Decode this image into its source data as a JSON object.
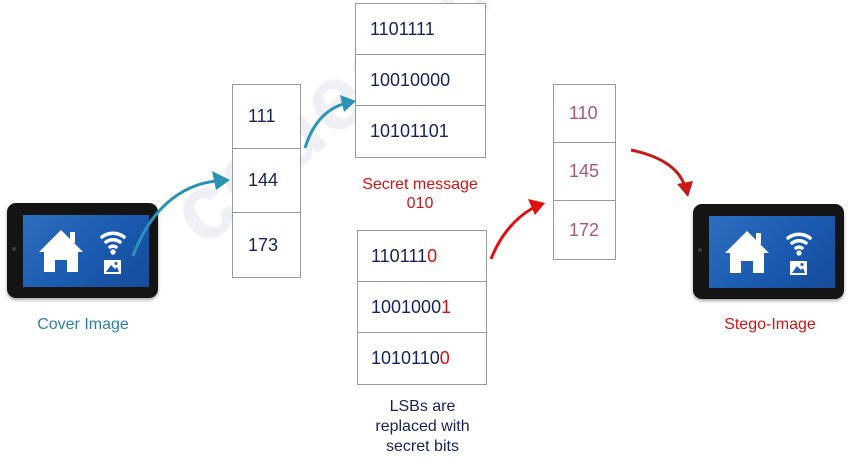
{
  "watermark": "codedly.net",
  "cover": {
    "label": "Cover Image",
    "icons": [
      "home-icon",
      "wifi-icon",
      "image-icon"
    ]
  },
  "cover_pixels": {
    "values": [
      "111",
      "144",
      "173"
    ]
  },
  "secret_bytes": {
    "values": [
      "1101111",
      "10010000",
      "10101101"
    ]
  },
  "secret_message": {
    "title": "Secret message",
    "bits": "010"
  },
  "modified_bytes": {
    "values": [
      {
        "prefix": "110111",
        "lsb": "0"
      },
      {
        "prefix": "1001000",
        "lsb": "1"
      },
      {
        "prefix": "1010110",
        "lsb": "0"
      }
    ]
  },
  "lsb_caption": {
    "line1": "LSBs are",
    "line2": "replaced with",
    "line3": "secret bits"
  },
  "stego_pixels": {
    "values": [
      "110",
      "145",
      "172"
    ]
  },
  "stego": {
    "label": "Stego-Image",
    "icons": [
      "home-icon",
      "wifi-icon",
      "image-icon"
    ]
  },
  "colors": {
    "navy": "#15235e",
    "red": "#d11414",
    "pink": "#b0567a",
    "teal_arrow": "#2a93b5",
    "cover_label": "#2f7fad"
  }
}
